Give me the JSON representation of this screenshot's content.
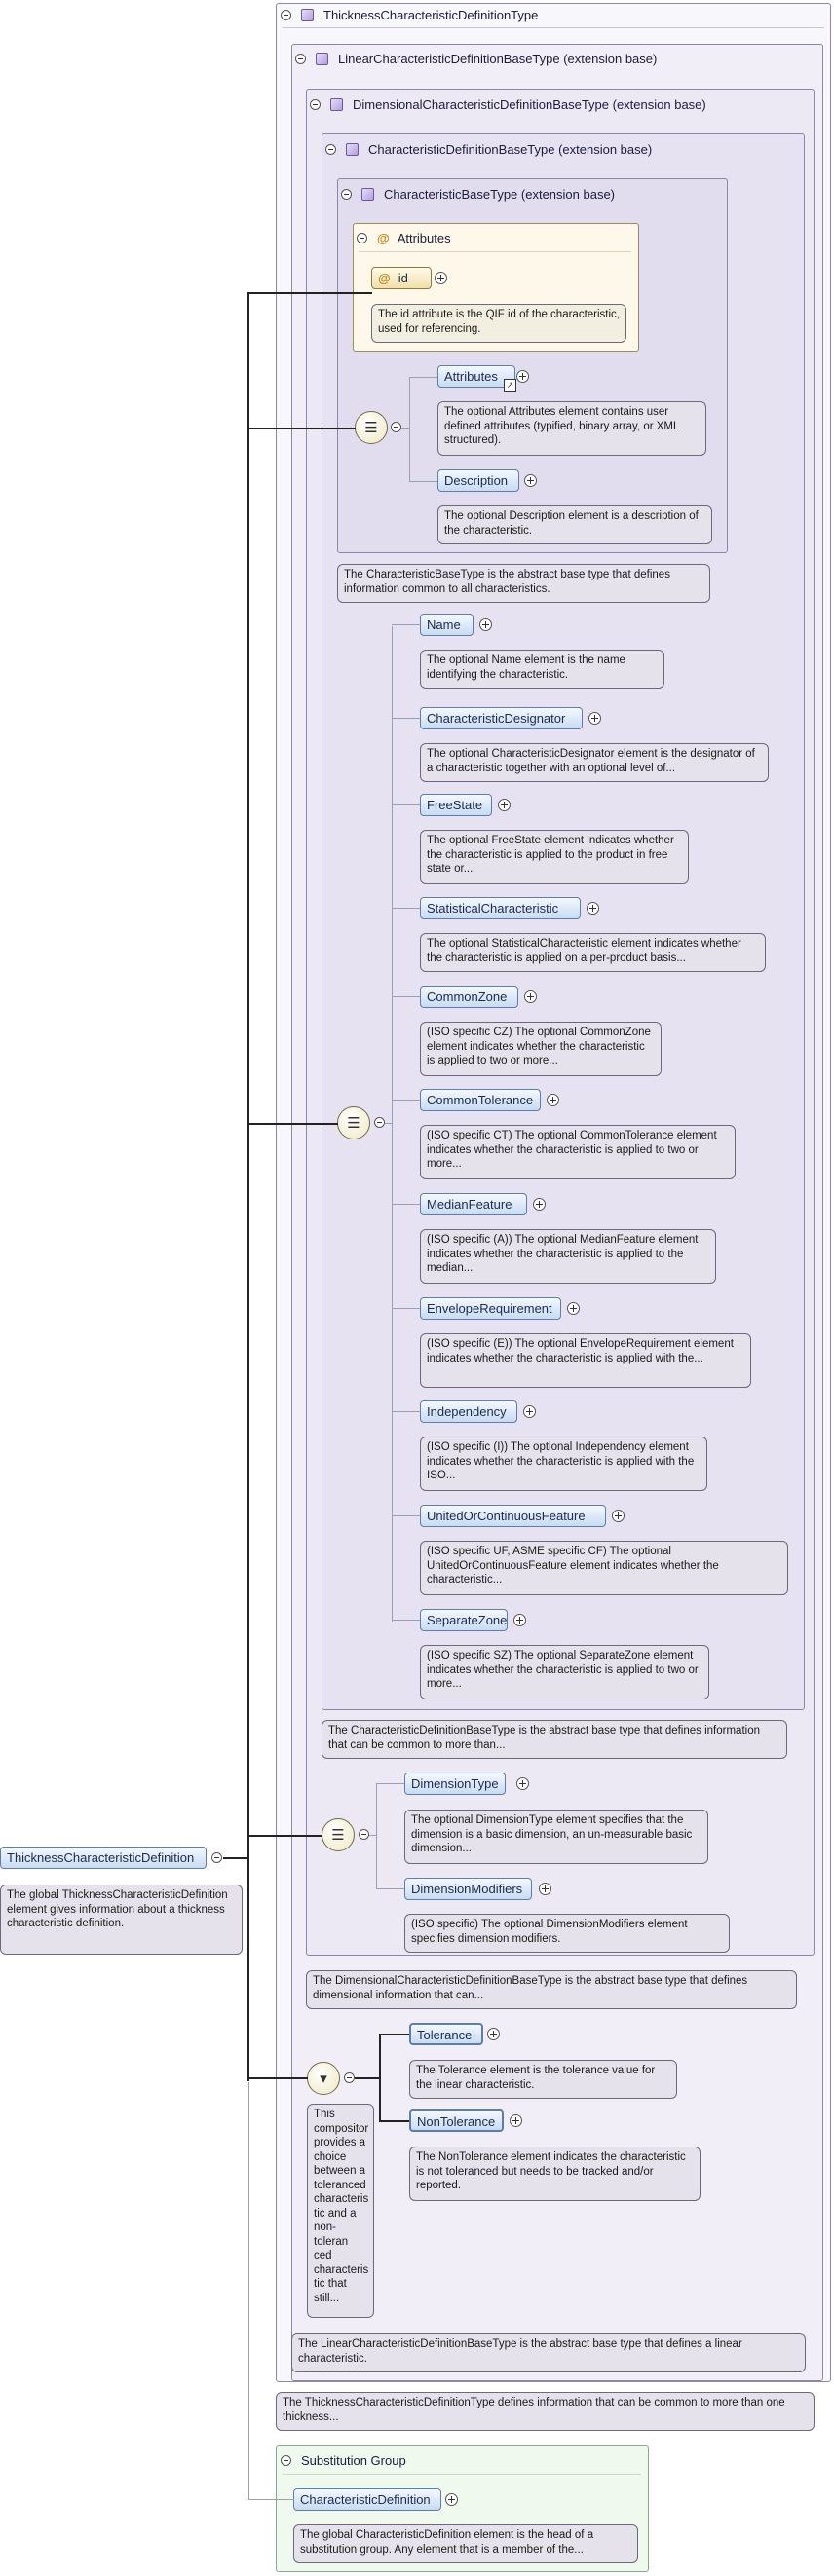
{
  "root": {
    "type_name": "ThicknessCharacteristicDefinitionType",
    "element_name": "ThicknessCharacteristicDefinition",
    "element_doc": "The global ThicknessCharacteristicDefinition element gives information about a thickness characteristic definition.",
    "type_doc": "The ThicknessCharacteristicDefinitionType defines information that can be common to more than one thickness..."
  },
  "linear": {
    "title": "LinearCharacteristicDefinitionBaseType (extension base)",
    "doc": "The LinearCharacteristicDefinitionBaseType is the abstract base type that defines a linear characteristic.",
    "compositor_doc": "This compositor provides a choice between a toleranced characteris tic and a non-toleran ced characteris tic that still...",
    "elements": [
      {
        "name": "Tolerance",
        "doc": "The Tolerance element is the tolerance value for the linear characteristic."
      },
      {
        "name": "NonTolerance",
        "doc": "The NonTolerance element indicates the characteristic is not toleranced but needs to be tracked and/or reported."
      }
    ]
  },
  "dimensional": {
    "title": "DimensionalCharacteristicDefinitionBaseType (extension base)",
    "doc": "The DimensionalCharacteristicDefinitionBaseType is the abstract base type that defines dimensional information that can...",
    "elements": [
      {
        "name": "DimensionType",
        "doc": "The optional DimensionType element specifies that the dimension is a basic dimension, an un-measurable basic dimension..."
      },
      {
        "name": "DimensionModifiers",
        "doc": "(ISO specific) The optional DimensionModifiers element specifies dimension modifiers."
      }
    ]
  },
  "definition": {
    "title": "CharacteristicDefinitionBaseType (extension base)",
    "doc": "The CharacteristicDefinitionBaseType is the abstract base type that defines information that can be common to more than...",
    "elements": [
      {
        "name": "Name",
        "doc": "The optional Name element is the name identifying the characteristic."
      },
      {
        "name": "CharacteristicDesignator",
        "doc": "The optional CharacteristicDesignator element is the designator of a characteristic together with an optional level of..."
      },
      {
        "name": "FreeState",
        "doc": "The optional FreeState element indicates whether the characteristic is applied to the product in free state or..."
      },
      {
        "name": "StatisticalCharacteristic",
        "doc": "The optional StatisticalCharacteristic element indicates whether the characteristic is applied on a per-product basis..."
      },
      {
        "name": "CommonZone",
        "doc": "(ISO specific CZ) The optional CommonZone element indicates whether the characteristic is applied to two or more..."
      },
      {
        "name": "CommonTolerance",
        "doc": "(ISO specific CT) The optional CommonTolerance element indicates whether the characteristic is applied to two or more..."
      },
      {
        "name": "MedianFeature",
        "doc": "(ISO specific (A)) The optional MedianFeature element indicates whether the characteristic is applied to the median..."
      },
      {
        "name": "EnvelopeRequirement",
        "doc": "(ISO specific (E)) The optional EnvelopeRequirement element indicates whether the characteristic is applied with the..."
      },
      {
        "name": "Independency",
        "doc": "(ISO specific (I)) The optional Independency element indicates whether the characteristic is applied with the ISO..."
      },
      {
        "name": "UnitedOrContinuousFeature",
        "doc": "(ISO specific UF, ASME specific CF) The optional UnitedOrContinuousFeature element indicates whether the characteristic..."
      },
      {
        "name": "SeparateZone",
        "doc": "(ISO specific SZ) The optional SeparateZone element indicates whether the characteristic is applied to two or more..."
      }
    ]
  },
  "base": {
    "title": "CharacteristicBaseType (extension base)",
    "doc": "The CharacteristicBaseType is the abstract base type that defines information common to all characteristics.",
    "attributes_title": "Attributes",
    "attr_name": "id",
    "attr_doc": "The id attribute is the QIF id of the characteristic, used for referencing.",
    "elements": [
      {
        "name": "Attributes",
        "doc": "The optional Attributes element contains user defined attributes (typified, binary array, or XML structured)."
      },
      {
        "name": "Description",
        "doc": "The optional Description element is a description of the characteristic."
      }
    ]
  },
  "substitution": {
    "title": "Substitution Group",
    "element": "CharacteristicDefinition",
    "doc": "The global CharacteristicDefinition element is the head of a substitution group. Any element that is a member of the..."
  },
  "colors": {
    "element_fill": "#c9dbf2",
    "type_fill": "#f1eef8",
    "note_fill": "#e6e2ec",
    "attr_fill": "#fdf8ea",
    "subst_fill": "#f0f9ee"
  }
}
